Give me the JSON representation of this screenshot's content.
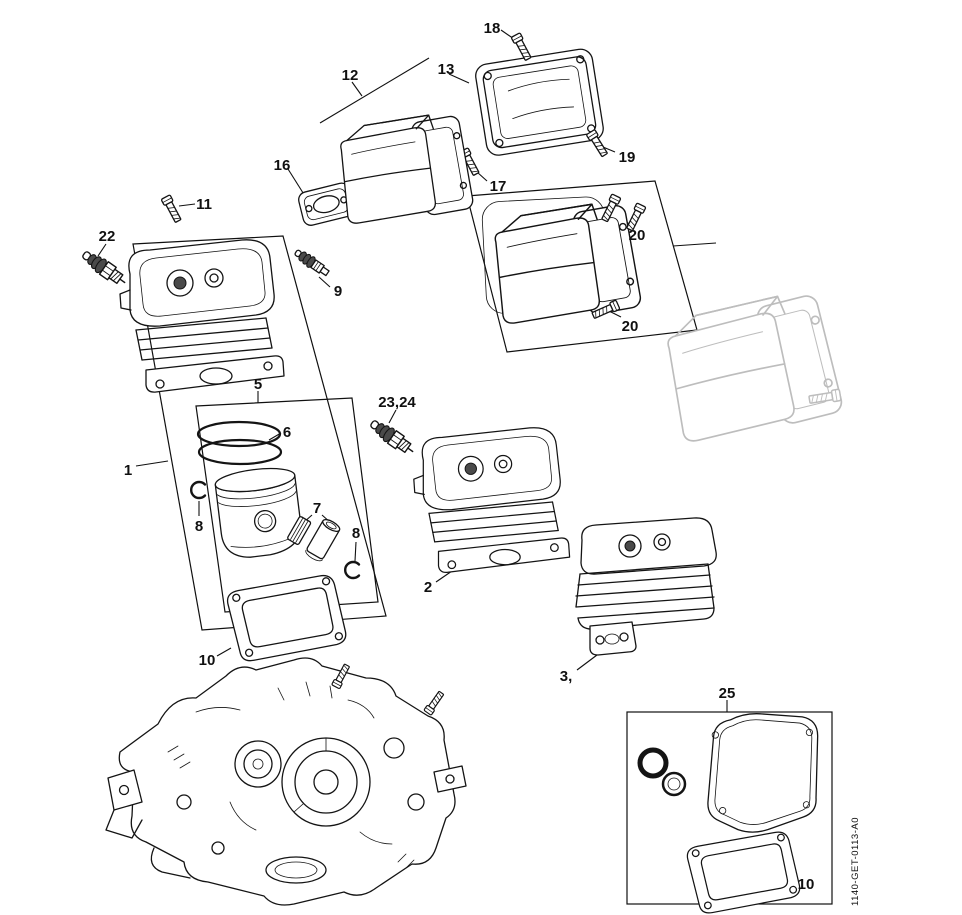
{
  "diagram": {
    "doc_code": "1140-GET-0113-A0",
    "colors": {
      "ink": "#141414",
      "paper": "#ffffff",
      "ghostc": "#bdbdbd",
      "shade": "#4a4a4a"
    }
  },
  "labels": {
    "n1": "1",
    "n2": "2",
    "n3": "3,",
    "n5": "5",
    "n6": "6",
    "n7": "7",
    "n8a": "8",
    "n8b": "8",
    "n9": "9",
    "n10a": "10",
    "n10b": "10",
    "n11": "11",
    "n12": "12",
    "n13": "13",
    "n16": "16",
    "n17": "17",
    "n18": "18",
    "n19": "19",
    "n20a": "20",
    "n20b": "20",
    "n22": "22",
    "n23_24": "23,24",
    "n25": "25"
  }
}
